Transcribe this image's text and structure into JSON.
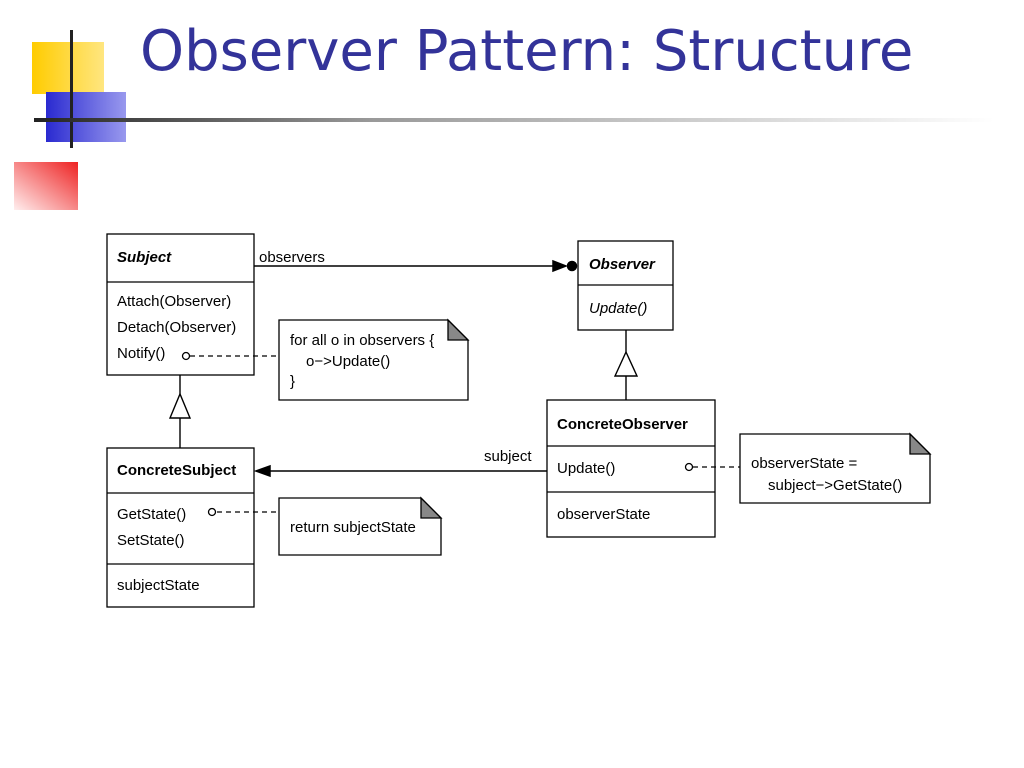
{
  "title": "Observer Pattern: Structure",
  "colors": {
    "title": "#333399",
    "deco_yellow": "#ffcc00",
    "deco_blue": "#3333cc",
    "deco_red": "#ff3333",
    "line_dark": "#222222"
  },
  "classes": {
    "subject": {
      "name": "Subject",
      "operations": [
        "Attach(Observer)",
        "Detach(Observer)",
        "Notify()"
      ]
    },
    "observer": {
      "name": "Observer",
      "operations": [
        "Update()"
      ]
    },
    "concrete_subject": {
      "name": "ConcreteSubject",
      "operations": [
        "GetState()",
        "SetState()"
      ],
      "attributes": [
        "subjectState"
      ]
    },
    "concrete_observer": {
      "name": "ConcreteObserver",
      "operations": [
        "Update()"
      ],
      "attributes": [
        "observerState"
      ]
    }
  },
  "associations": {
    "observers": "observers",
    "subject": "subject"
  },
  "notes": {
    "notify": [
      "for all o in observers {",
      "o−>Update()",
      "}"
    ],
    "get_state": [
      "return subjectState"
    ],
    "update": [
      "observerState =",
      "subject−>GetState()"
    ]
  },
  "icons": {
    "deco": "slide-corner-decoration"
  }
}
